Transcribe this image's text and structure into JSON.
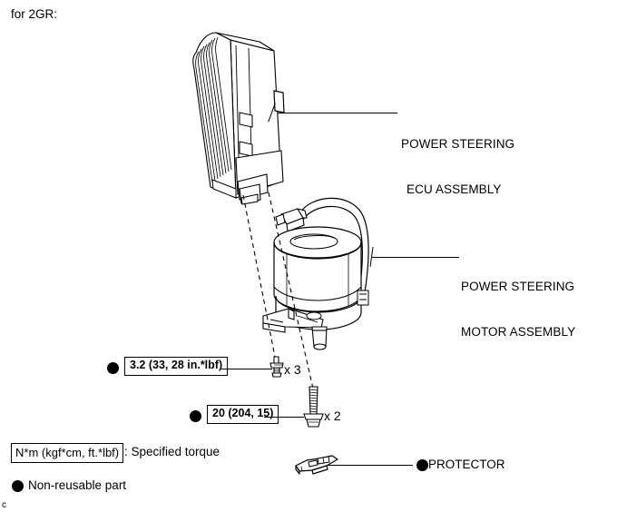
{
  "header": {
    "note": "for 2GR:"
  },
  "callouts": [
    {
      "id": "ecu",
      "line1": "POWER STEERING",
      "line2": "ECU ASSEMBLY"
    },
    {
      "id": "motor",
      "line1": "POWER STEERING",
      "line2": "MOTOR ASSEMBLY"
    }
  ],
  "labels": {
    "ecu_line1": "POWER STEERING",
    "ecu_line2": "ECU ASSEMBLY",
    "motor_line1": "POWER STEERING",
    "motor_line2": "MOTOR ASSEMBLY",
    "protector": "PROTECTOR"
  },
  "torque_specs": [
    {
      "value": "3.2 (33, 28 in.*lbf)",
      "count": "x 3",
      "non_reusable": true
    },
    {
      "value": "20 (204, 15)",
      "count": "x 2",
      "non_reusable": true
    }
  ],
  "specs": {
    "spec1_value": "3.2 (33, 28 in.*lbf)",
    "spec1_count": "x 3",
    "spec2_value": "20 (204, 15)",
    "spec2_count": "x 2"
  },
  "legend": {
    "torque_unit_box": "N*m (kgf*cm, ft.*lbf)",
    "torque_meaning": ": Specified torque",
    "non_reusable": "Non-reusable part"
  },
  "footer": {
    "page_mark": "c"
  },
  "colors": {
    "ink": "#000000",
    "background": "#ffffff",
    "leader": "#000000"
  }
}
